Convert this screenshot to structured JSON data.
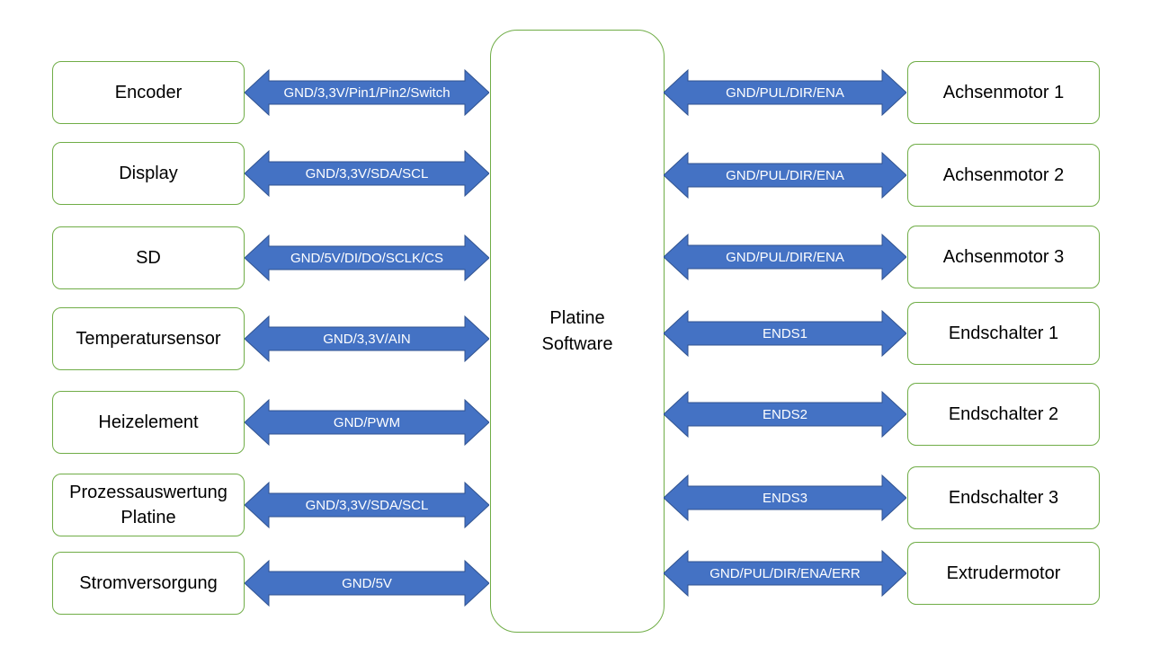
{
  "center": {
    "title_line1": "Platine",
    "title_line2": "Software"
  },
  "left": [
    {
      "device": "Encoder",
      "signals": "GND/3,3V/Pin1/Pin2/Switch"
    },
    {
      "device": "Display",
      "signals": "GND/3,3V/SDA/SCL"
    },
    {
      "device": "SD",
      "signals": "GND/5V/DI/DO/SCLK/CS"
    },
    {
      "device": "Temperatursensor",
      "signals": "GND/3,3V/AIN"
    },
    {
      "device": "Heizelement",
      "signals": "GND/PWM"
    },
    {
      "device": "Prozessauswertung Platine",
      "signals": "GND/3,3V/SDA/SCL"
    },
    {
      "device": "Stromversorgung",
      "signals": "GND/5V"
    }
  ],
  "right": [
    {
      "device": "Achsenmotor 1",
      "signals": "GND/PUL/DIR/ENA"
    },
    {
      "device": "Achsenmotor 2",
      "signals": "GND/PUL/DIR/ENA"
    },
    {
      "device": "Achsenmotor 3",
      "signals": "GND/PUL/DIR/ENA"
    },
    {
      "device": "Endschalter 1",
      "signals": "ENDS1"
    },
    {
      "device": "Endschalter 2",
      "signals": "ENDS2"
    },
    {
      "device": "Endschalter 3",
      "signals": "ENDS3"
    },
    {
      "device": "Extrudermotor",
      "signals": "GND/PUL/DIR/ENA/ERR"
    }
  ],
  "colors": {
    "arrow_fill": "#4472C4",
    "arrow_stroke": "#2F528F",
    "box_border": "#70AD47",
    "arrow_text": "#FFFFFF",
    "box_text": "#000000",
    "background": "#FFFFFF"
  }
}
